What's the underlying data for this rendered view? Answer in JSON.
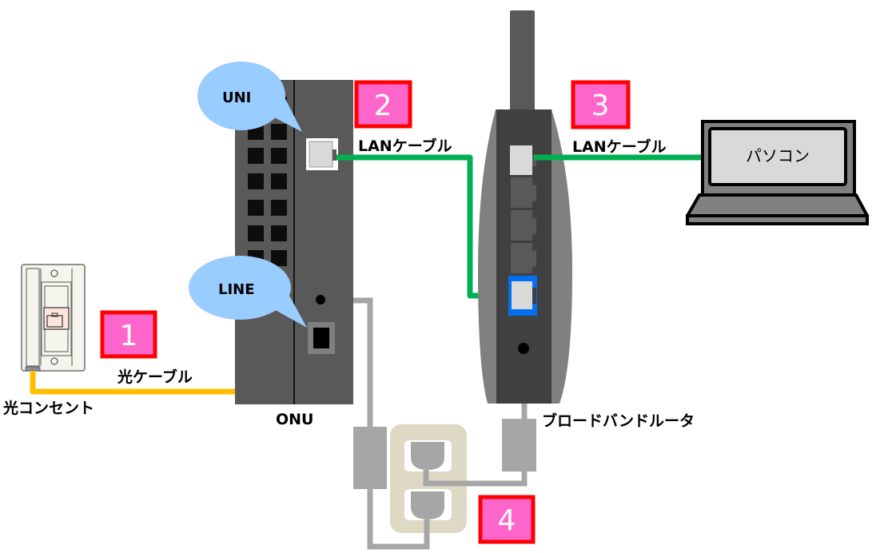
{
  "devices": {
    "outlet": {
      "label": "光コンセント"
    },
    "onu": {
      "label": "ONU",
      "ports": {
        "uni": "UNI",
        "line": "LINE"
      }
    },
    "router": {
      "label": "ブロードバンドルータ"
    },
    "pc": {
      "label": "パソコン"
    }
  },
  "cables": {
    "fiber": {
      "label": "光ケーブル",
      "color": "#ffbf00"
    },
    "lan1": {
      "label": "LANケーブル",
      "color": "#00b050"
    },
    "lan2": {
      "label": "LANケーブル",
      "color": "#00b050"
    },
    "power": {
      "color": "#a6a6a6"
    }
  },
  "steps": [
    {
      "number": "1"
    },
    {
      "number": "2"
    },
    {
      "number": "3"
    },
    {
      "number": "4"
    }
  ],
  "colors": {
    "step_fill": "#ff66cc",
    "step_border": "#ff0000",
    "callout": "#99ccff",
    "router_port_highlight": "#0070f0"
  }
}
